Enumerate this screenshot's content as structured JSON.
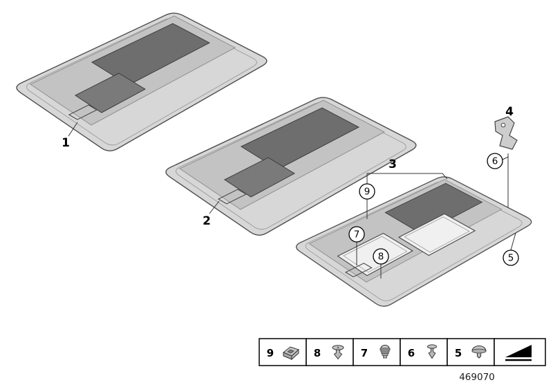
{
  "diagram": {
    "callouts": {
      "n1": "1",
      "n2": "2",
      "n3": "3",
      "n4": "4",
      "n5": "5",
      "n6": "6",
      "n7": "7",
      "n8": "8",
      "n9": "9"
    },
    "legend": {
      "items": [
        {
          "label": "9",
          "icon": "cage-nut-clip-icon"
        },
        {
          "label": "8",
          "icon": "push-rivet-icon"
        },
        {
          "label": "7",
          "icon": "expanding-nut-icon"
        },
        {
          "label": "6",
          "icon": "expanding-rivet-icon"
        },
        {
          "label": "5",
          "icon": "cover-cap-icon"
        }
      ],
      "direction_symbol": "front-direction-arrow"
    },
    "part_number": "469070",
    "colors": {
      "panel_light": "#d7d7d7",
      "panel_mid": "#c3c3c3",
      "panel_dark": "#6e6e6e",
      "outline": "#4d4d4d",
      "line": "#333333"
    }
  }
}
